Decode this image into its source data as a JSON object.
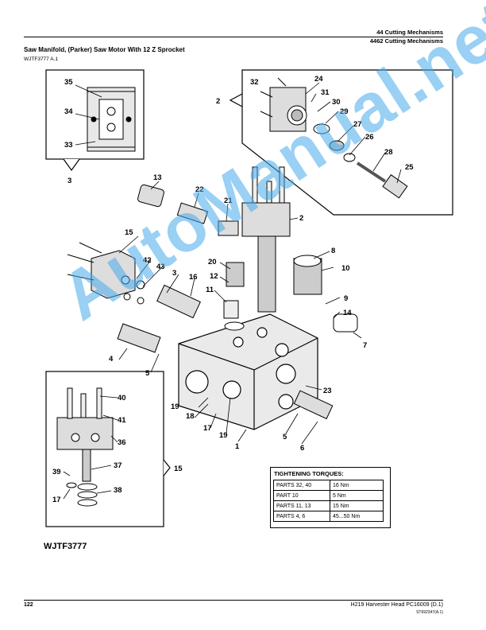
{
  "header": {
    "section": "44 Cutting Mechanisms",
    "subsection": "4462 Cutting Mechanisms"
  },
  "figure": {
    "title": "Saw Manifold, (Parker) Saw Motor With 12 Z Sprocket",
    "code": "WJTF3777 A.1",
    "label": "WJTF3777",
    "callouts": [
      "1",
      "2",
      "3",
      "4",
      "5",
      "6",
      "7",
      "8",
      "9",
      "10",
      "11",
      "12",
      "13",
      "14",
      "15",
      "16",
      "17",
      "18",
      "19",
      "20",
      "21",
      "22",
      "23",
      "24",
      "25",
      "26",
      "27",
      "28",
      "29",
      "30",
      "31",
      "32",
      "33",
      "34",
      "35",
      "36",
      "37",
      "38",
      "39",
      "40",
      "41",
      "42",
      "43"
    ]
  },
  "watermark": "AutoManual.net",
  "torques": {
    "title": "TIGHTENING TORQUES:",
    "rows": [
      {
        "part": "PARTS 32, 40",
        "value": "16 Nm"
      },
      {
        "part": "PART  10",
        "value": "5 Nm"
      },
      {
        "part": "PARTS  11, 13",
        "value": "15 Nm"
      },
      {
        "part": "PARTS  4, 6",
        "value": "45...50 Nm"
      }
    ]
  },
  "footer": {
    "page": "122",
    "doc": "H219 Harvester Head   PC16009   (D.1)",
    "code": "ST692347(A.1)"
  }
}
